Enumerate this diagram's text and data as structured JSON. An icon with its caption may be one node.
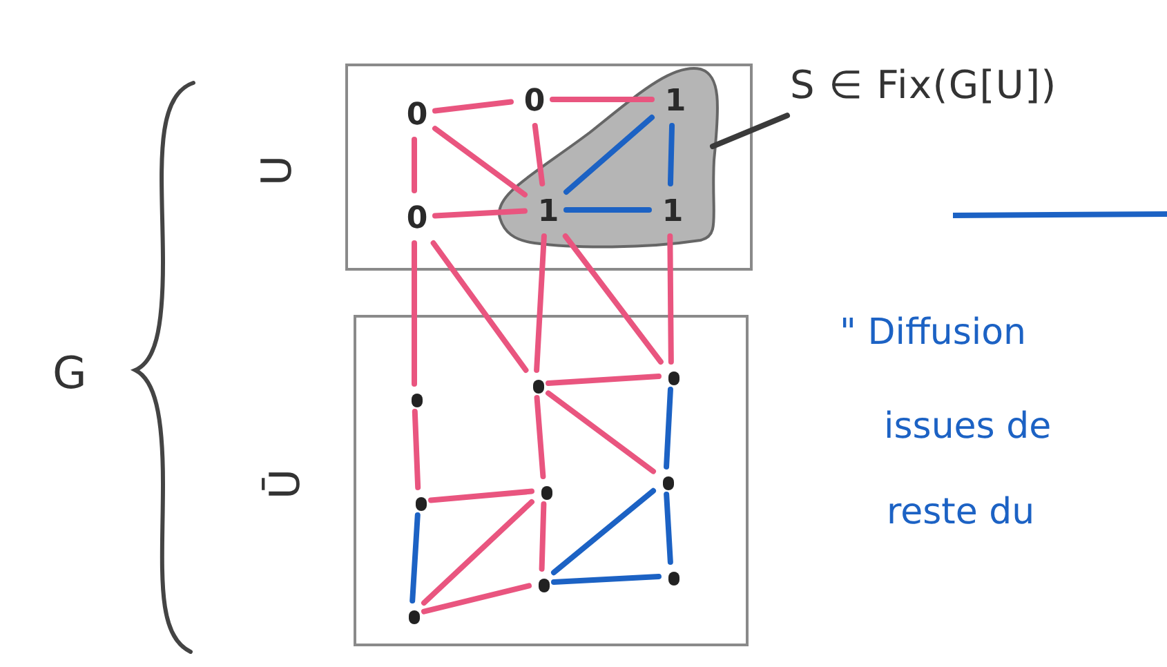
{
  "diagram": {
    "nodes": [
      {
        "text": [],
        "shape": "box",
        "beside": [
          "U"
        ]
      },
      {
        "text": [],
        "shape": "blob",
        "in": 0
      },
      {
        "text": [
          "S ∈ Fix(G[U])"
        ]
      },
      {
        "text": [
          "0"
        ],
        "in": 0
      },
      {
        "text": [
          "0"
        ],
        "in": 0
      },
      {
        "text": [
          "1"
        ],
        "in": 1
      },
      {
        "text": [
          "0"
        ],
        "in": 0
      },
      {
        "text": [
          "1"
        ],
        "in": 1
      },
      {
        "text": [
          "1"
        ],
        "in": 1
      },
      {
        "text": [],
        "shape": "box",
        "beside": [
          "Ū"
        ]
      },
      {
        "text": [],
        "shape": "dot",
        "in": 9
      },
      {
        "text": [],
        "shape": "dot",
        "in": 9
      },
      {
        "text": [],
        "shape": "dot",
        "in": 9
      },
      {
        "text": [],
        "shape": "dot",
        "in": 9
      },
      {
        "text": [],
        "shape": "dot",
        "in": 9
      },
      {
        "text": [],
        "shape": "dot",
        "in": 9
      },
      {
        "text": [],
        "shape": "dot",
        "in": 9
      },
      {
        "text": [],
        "shape": "dot",
        "in": 9
      },
      {
        "text": [],
        "shape": "dot",
        "in": 9
      }
    ],
    "edges": [
      {
        "from": 2,
        "to": 1,
        "arrow": "none",
        "color": "#3a3a3a"
      },
      {
        "from": 3,
        "to": 4,
        "arrow": "none"
      },
      {
        "from": 4,
        "to": 5,
        "arrow": "none"
      },
      {
        "from": 3,
        "to": 6,
        "arrow": "none"
      },
      {
        "from": 3,
        "to": 7,
        "arrow": "none"
      },
      {
        "from": 4,
        "to": 7,
        "arrow": "none"
      },
      {
        "from": 5,
        "to": 7,
        "arrow": "none",
        "color": "#1c62c4"
      },
      {
        "from": 5,
        "to": 8,
        "arrow": "none",
        "color": "#1c62c4"
      },
      {
        "from": 6,
        "to": 7,
        "arrow": "none"
      },
      {
        "from": 7,
        "to": 8,
        "arrow": "none",
        "color": "#1c62c4"
      },
      {
        "from": 6,
        "to": 10,
        "arrow": "none"
      },
      {
        "from": 6,
        "to": 11,
        "arrow": "none"
      },
      {
        "from": 7,
        "to": 11,
        "arrow": "none"
      },
      {
        "from": 7,
        "to": 12,
        "arrow": "none"
      },
      {
        "from": 8,
        "to": 12,
        "arrow": "none"
      },
      {
        "from": 10,
        "to": 13,
        "arrow": "none"
      },
      {
        "from": 11,
        "to": 12,
        "arrow": "none"
      },
      {
        "from": 11,
        "to": 14,
        "arrow": "none"
      },
      {
        "from": 11,
        "to": 15,
        "arrow": "none"
      },
      {
        "from": 12,
        "to": 15,
        "arrow": "none",
        "color": "#1c62c4"
      },
      {
        "from": 13,
        "to": 14,
        "arrow": "none"
      },
      {
        "from": 13,
        "to": 16,
        "arrow": "none",
        "color": "#1c62c4"
      },
      {
        "from": 14,
        "to": 16,
        "arrow": "none"
      },
      {
        "from": 14,
        "to": 17,
        "arrow": "none"
      },
      {
        "from": 16,
        "to": 17,
        "arrow": "none"
      },
      {
        "from": 15,
        "to": 17,
        "arrow": "none",
        "color": "#1c62c4"
      },
      {
        "from": 15,
        "to": 18,
        "arrow": "none",
        "color": "#1c62c4"
      },
      {
        "from": 17,
        "to": 18,
        "arrow": "none",
        "color": "#1c62c4"
      }
    ],
    "labels": [
      "G",
      "\" Diffusion",
      "issues de",
      "reste du"
    ]
  }
}
